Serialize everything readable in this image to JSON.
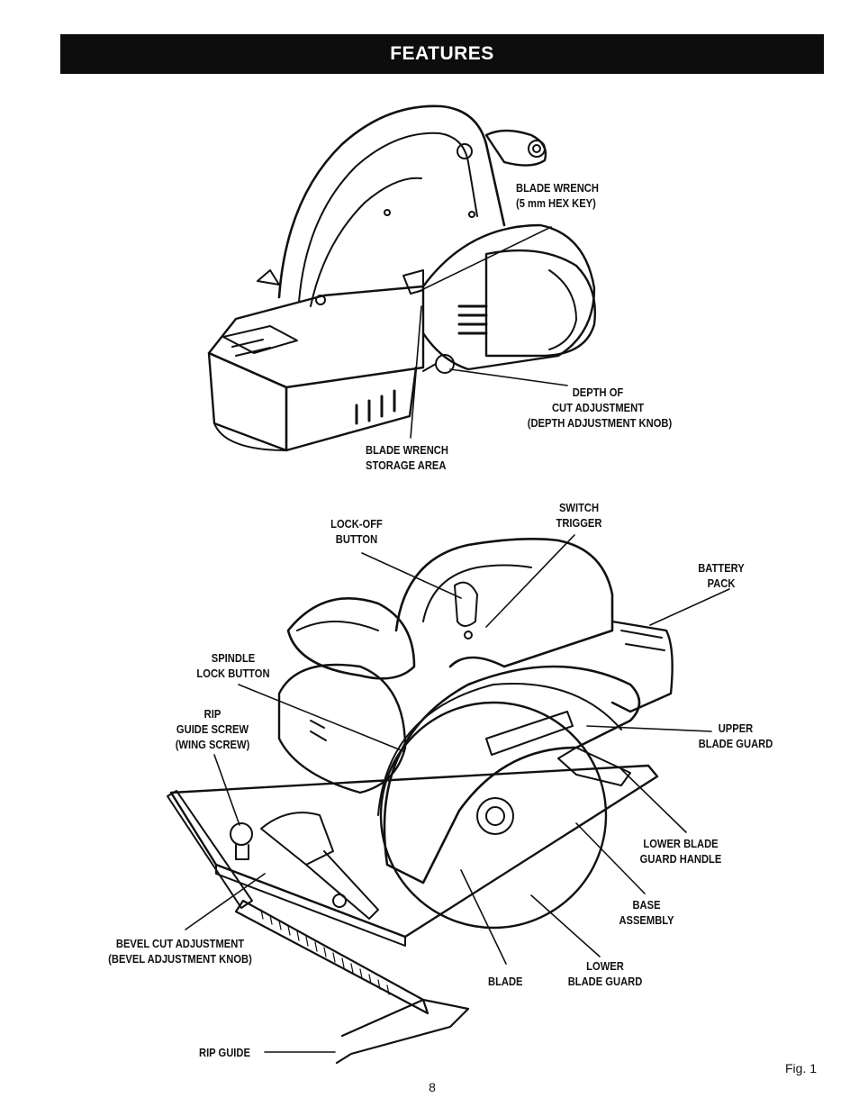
{
  "header": {
    "title": "FEATURES"
  },
  "labels": {
    "blade_wrench": [
      "BLADE WRENCH",
      "(5 mm HEX KEY)"
    ],
    "depth_of_cut": [
      "DEPTH OF",
      "CUT ADJUSTMENT",
      "(DEPTH ADJUSTMENT KNOB)"
    ],
    "blade_wrench_storage": [
      "BLADE WRENCH",
      "STORAGE AREA"
    ],
    "lock_off": [
      "LOCK-OFF",
      "BUTTON"
    ],
    "switch_trigger": [
      "SWITCH",
      "TRIGGER"
    ],
    "battery_pack": [
      "BATTERY",
      "PACK"
    ],
    "spindle_lock": [
      "SPINDLE",
      "LOCK BUTTON"
    ],
    "rip_guide_screw": [
      "RIP",
      "GUIDE SCREW",
      "(WING SCREW)"
    ],
    "upper_blade_guard": [
      "UPPER",
      "BLADE GUARD"
    ],
    "lower_blade_guard_handle": [
      "LOWER BLADE",
      "GUARD HANDLE"
    ],
    "base_assembly": [
      "BASE",
      "ASSEMBLY"
    ],
    "bevel_cut": [
      "BEVEL CUT ADJUSTMENT",
      "(BEVEL ADJUSTMENT KNOB)"
    ],
    "blade": [
      "BLADE"
    ],
    "lower_blade_guard": [
      "LOWER",
      "BLADE GUARD"
    ],
    "rip_guide": [
      "RIP GUIDE"
    ]
  },
  "footer": {
    "figure": "Fig. 1",
    "page_number": "8"
  }
}
